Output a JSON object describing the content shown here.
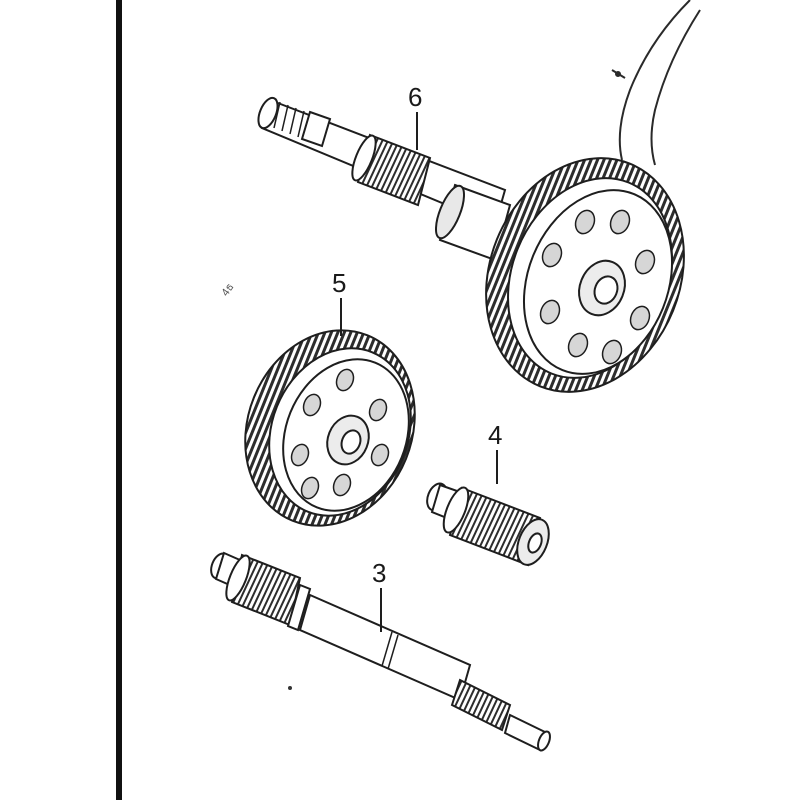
{
  "diagram": {
    "callouts": [
      {
        "id": "part-6",
        "label": "6"
      },
      {
        "id": "part-5",
        "label": "5"
      },
      {
        "id": "part-4",
        "label": "4"
      },
      {
        "id": "part-3",
        "label": "3"
      }
    ],
    "watermark_logo_text": "4ธ"
  },
  "colors": {
    "line": "#1e1e1e",
    "paper": "#ffffff",
    "shade": "#cfcfcf",
    "dark": "#3a3a3a"
  }
}
